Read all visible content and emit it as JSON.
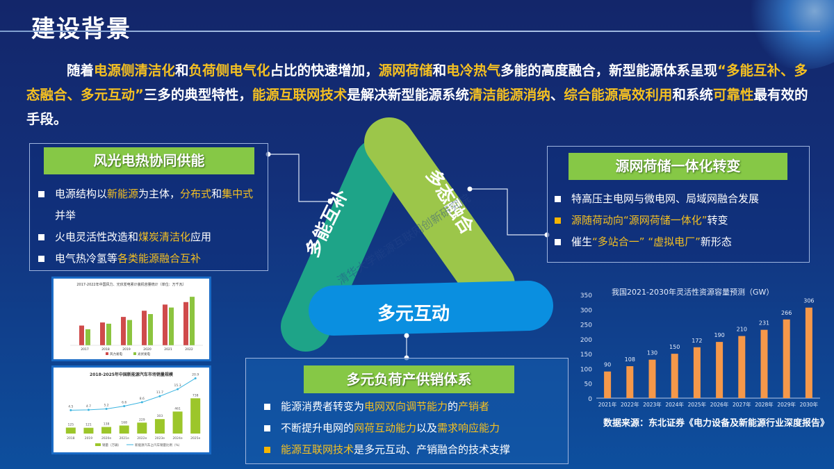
{
  "title": "建设背景",
  "intro": [
    {
      "t": "随着"
    },
    {
      "t": "电源侧清洁化",
      "hl": true
    },
    {
      "t": "和"
    },
    {
      "t": "负荷侧电气化",
      "hl": true
    },
    {
      "t": "占比的快速增加，"
    },
    {
      "t": "源网荷储",
      "hl": true
    },
    {
      "t": "和"
    },
    {
      "t": "电冷热气",
      "hl": true
    },
    {
      "t": "多能的高度融合，新型能源体系呈现"
    },
    {
      "t": "“多能互补、多态融合、多元互动”",
      "hl": true
    },
    {
      "t": "三多的典型特性，"
    },
    {
      "t": "能源互联网技术",
      "hl": true
    },
    {
      "t": "是解决新型能源系统"
    },
    {
      "t": "清洁能源消纳",
      "hl": true
    },
    {
      "t": "、"
    },
    {
      "t": "综合能源高效利用",
      "hl": true
    },
    {
      "t": "和系统"
    },
    {
      "t": "可靠性",
      "hl": true
    },
    {
      "t": "最有效的手段。"
    }
  ],
  "triangle": {
    "left": "多能互补",
    "right": "多态融合",
    "bottom": "多元互动",
    "watermark": "清华大学能源互联网创新研究院",
    "colors": {
      "left": "#1ea488",
      "right": "#9cc64a",
      "bottom": "#0a8fe0"
    }
  },
  "boxes": {
    "left": {
      "title": "风光电热协同供能",
      "items": [
        {
          "bullet": "white",
          "segs": [
            {
              "t": "电源结构以"
            },
            {
              "t": "新能源",
              "hl": true
            },
            {
              "t": "为主体，"
            },
            {
              "t": "分布式",
              "hl": true
            },
            {
              "t": "和"
            },
            {
              "t": "集中式",
              "hl": true
            },
            {
              "t": "并举"
            }
          ]
        },
        {
          "bullet": "white",
          "segs": [
            {
              "t": "火电灵活性改造和"
            },
            {
              "t": "煤炭清洁化",
              "hl": true
            },
            {
              "t": "应用"
            }
          ]
        },
        {
          "bullet": "white",
          "segs": [
            {
              "t": "电气热冷氢等"
            },
            {
              "t": "各类能源融合互补",
              "hl": true
            }
          ]
        }
      ]
    },
    "right": {
      "title": "源网荷储一体化转变",
      "items": [
        {
          "bullet": "white",
          "segs": [
            {
              "t": "特高压主电网与微电网、局域网融合发展"
            }
          ]
        },
        {
          "bullet": "yellow",
          "segs": [
            {
              "t": "源随荷动向“源网荷储一体化”",
              "hl": true
            },
            {
              "t": "转变"
            }
          ]
        },
        {
          "bullet": "white",
          "segs": [
            {
              "t": "催生"
            },
            {
              "t": "“多站合一”",
              "hl": true
            },
            {
              "t": " "
            },
            {
              "t": "“虚拟电厂”",
              "hl": true
            },
            {
              "t": "新形态"
            }
          ]
        }
      ]
    },
    "bottom": {
      "title": "多元负荷产供销体系",
      "items": [
        {
          "bullet": "white",
          "segs": [
            {
              "t": "能源消费者转变为"
            },
            {
              "t": "电网双向调节能力",
              "hl": true
            },
            {
              "t": "的"
            },
            {
              "t": "产销者",
              "hl": true
            }
          ]
        },
        {
          "bullet": "white",
          "segs": [
            {
              "t": "不断提升电网的"
            },
            {
              "t": "网荷互动能力",
              "hl": true
            },
            {
              "t": "以及"
            },
            {
              "t": "需求响应能力",
              "hl": true
            }
          ]
        },
        {
          "bullet": "yellow",
          "segs": [
            {
              "t": "能源互联网技术",
              "hl": true
            },
            {
              "t": "是多元互动、产销融合的技术支撑"
            }
          ]
        }
      ]
    }
  },
  "chart_data": [
    {
      "type": "bar",
      "title": "我国2021-2030年灵活性资源容量预测（GW）",
      "categories": [
        "2021年",
        "2022年",
        "2023年",
        "2024年",
        "2025年",
        "2026年",
        "2027年",
        "2028年",
        "2029年",
        "2030年"
      ],
      "values": [
        90,
        108,
        130,
        150,
        172,
        190,
        210,
        231,
        266,
        306
      ],
      "ylim": [
        0,
        350
      ],
      "yticks": [
        0,
        50,
        100,
        150,
        200,
        250,
        300,
        350
      ],
      "color": "#f5984a",
      "source": "数据来源：东北证券《电力设备及新能源行业深度报告》"
    },
    {
      "type": "bar",
      "title": "2017-2022年中国风力、光伏发电累计装机容量统计（单位：万千瓦）",
      "categories": [
        "2017",
        "2018",
        "2019",
        "2020",
        "2021",
        "2022"
      ],
      "series": [
        {
          "name": "风力发电",
          "values": [
            16,
            18.5,
            23,
            28,
            33,
            35
          ],
          "color": "#cf4b4b"
        },
        {
          "name": "光伏发电",
          "values": [
            13,
            17.5,
            20.5,
            25.3,
            30.6,
            39.3
          ],
          "color": "#8cc43f"
        }
      ]
    },
    {
      "type": "bar+line",
      "title": "2018-2025年中国新能源汽车市场销量规模",
      "categories": [
        "2018",
        "2019",
        "2020e",
        "2021e",
        "2022e",
        "2023e",
        "2024e",
        "2025e"
      ],
      "series": [
        {
          "name": "销量（万辆）",
          "values": [
            125,
            121,
            138,
            168,
            229,
            303,
            461,
            738
          ],
          "color": "#9cc62a"
        },
        {
          "name": "新能源汽车占汽车销量比例（%）",
          "values": [
            4.5,
            4.7,
            5.2,
            6.6,
            8.6,
            11.7,
            15.3,
            20.9
          ],
          "color": "#3bb4e0"
        }
      ]
    }
  ]
}
